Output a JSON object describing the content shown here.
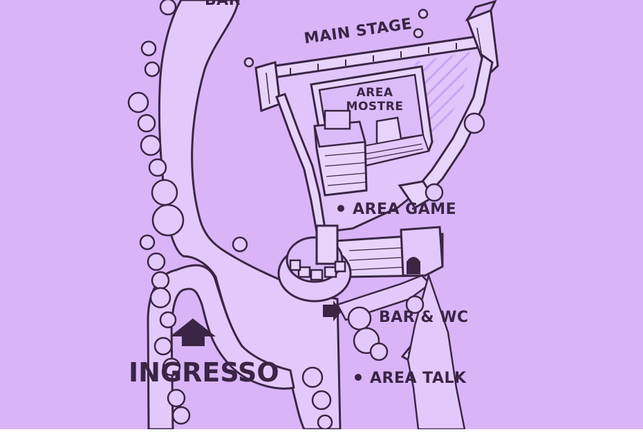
{
  "colors": {
    "background": "#d9b5f8",
    "path": "#e3c9fb",
    "building": "#e8d4fb",
    "ink": "#3a2545",
    "shadow": "#cfa6f1"
  },
  "labels": {
    "bar_top": "BAR",
    "main_stage": "MAIN STAGE",
    "area_mostre_line1": "AREA",
    "area_mostre_line2": "MOSTRE",
    "area_game": "AREA GAME",
    "bar_wc": "BAR & WC",
    "area_talk": "AREA TALK",
    "ingresso": "INGRESSO"
  },
  "icons": {
    "entrance": "arrow-up-icon",
    "bar_direction": "arrow-right-icon",
    "marker": "dot-marker-icon"
  }
}
